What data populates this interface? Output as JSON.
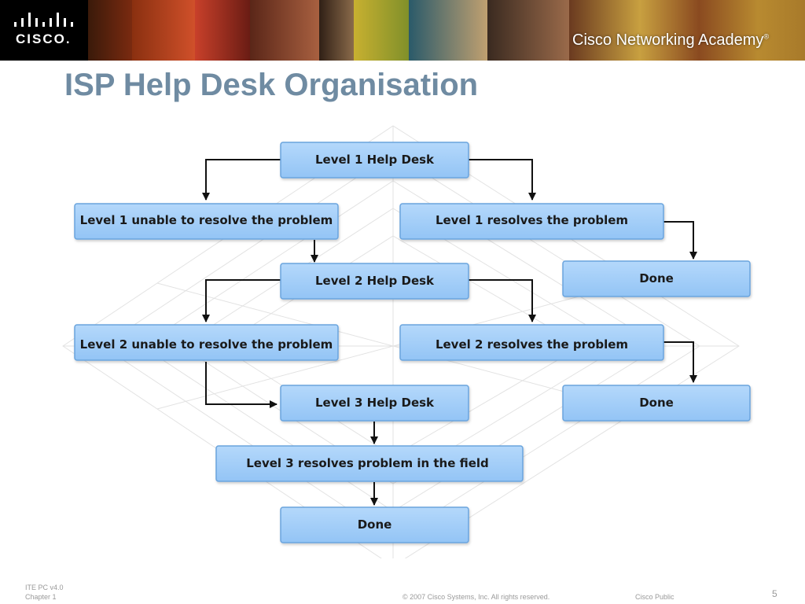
{
  "header": {
    "brand": "CISCO.",
    "academy": "Cisco Networking Academy",
    "academy_mark": "®"
  },
  "title": "ISP Help Desk Organisation",
  "diagram": {
    "nodes": {
      "level1_help_desk": "Level 1 Help Desk",
      "level1_unable": "Level 1 unable to resolve the problem",
      "level1_resolves": "Level 1 resolves the problem",
      "done_1": "Done",
      "level2_help_desk": "Level 2 Help Desk",
      "level2_unable": "Level 2 unable to resolve the problem",
      "level2_resolves": "Level 2 resolves the problem",
      "done_2": "Done",
      "level3_help_desk": "Level 3 Help Desk",
      "level3_field": "Level 3 resolves problem in the field",
      "done_3": "Done"
    },
    "colors": {
      "box_fill": "#9ecbf8",
      "box_stroke": "#6aa4dd",
      "arrow": "#111111"
    }
  },
  "footer": {
    "version": "ITE PC v4.0",
    "chapter": "Chapter 1",
    "copyright": "© 2007 Cisco Systems, Inc. All rights reserved.",
    "classification": "Cisco Public",
    "page_number": "5"
  }
}
